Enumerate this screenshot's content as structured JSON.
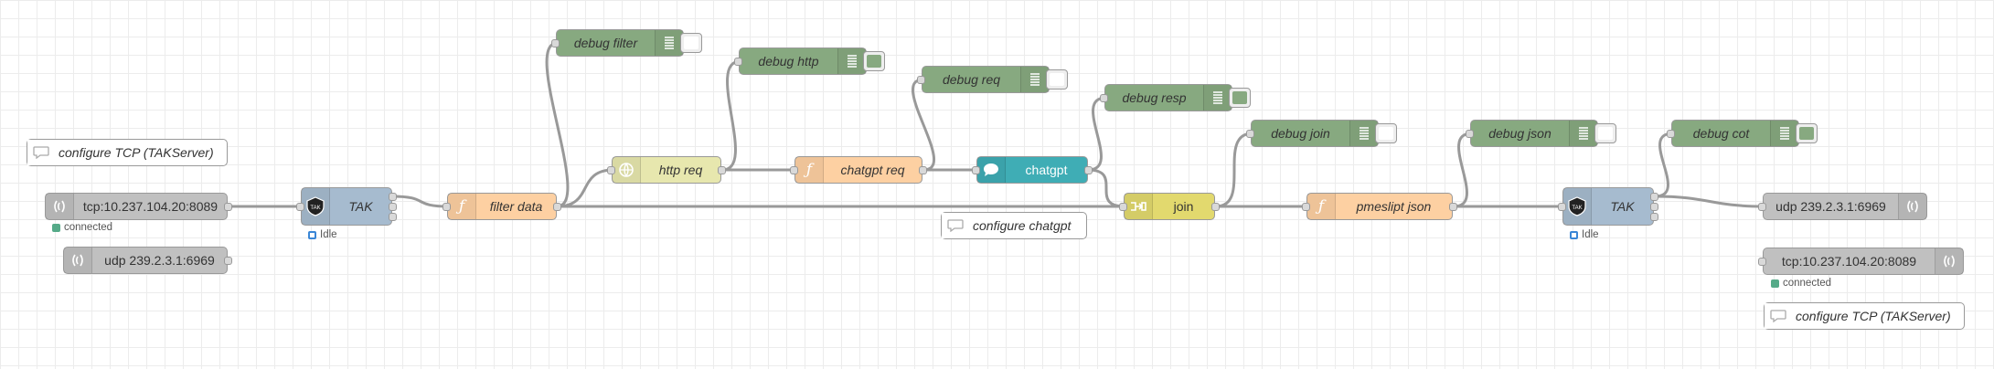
{
  "nodes": {
    "comment_tak_left": "configure TCP (TAKServer)",
    "tcp_in_left": "tcp:10.237.104.20:8089",
    "tcp_in_left_status": "connected",
    "udp_in_left": "udp 239.2.3.1:6969",
    "tak_left": "TAK",
    "tak_left_status": "Idle",
    "filter_data": "filter data",
    "debug_filter": "debug filter",
    "http_req": "http req",
    "debug_http": "debug http",
    "chatgpt_req": "chatgpt req",
    "debug_req": "debug req",
    "chatgpt": "chatgpt",
    "debug_resp": "debug resp",
    "comment_chatgpt": "configure chatgpt",
    "join": "join",
    "debug_join": "debug join",
    "pmeslipt_json": "pmeslipt json",
    "debug_json": "debug json",
    "tak_right": "TAK",
    "tak_right_status": "Idle",
    "debug_cot": "debug cot",
    "udp_out_right": "udp 239.2.3.1:6969",
    "tcp_out_right": "tcp:10.237.104.20:8089",
    "tcp_out_right_status": "connected",
    "comment_tak_right": "configure TCP (TAKServer)"
  },
  "colors": {
    "function": "#fdd0a2",
    "debug": "#87a980",
    "http": "#e7e7ae",
    "chatgpt": "#3fadb5",
    "join": "#e2d96e",
    "tak": "#a6bbcf",
    "network": "#c0c0c0",
    "status_connected": "#55aa88",
    "status_idle": "#3a86d6"
  },
  "icons": {
    "function": "function-icon",
    "debug": "debug-list-icon",
    "http": "http-globe-icon",
    "chatgpt": "chat-bubble-icon",
    "join": "join-icon",
    "tak": "tak-emblem-icon",
    "network": "bridge-wave-icon",
    "comment": "comment-icon"
  }
}
